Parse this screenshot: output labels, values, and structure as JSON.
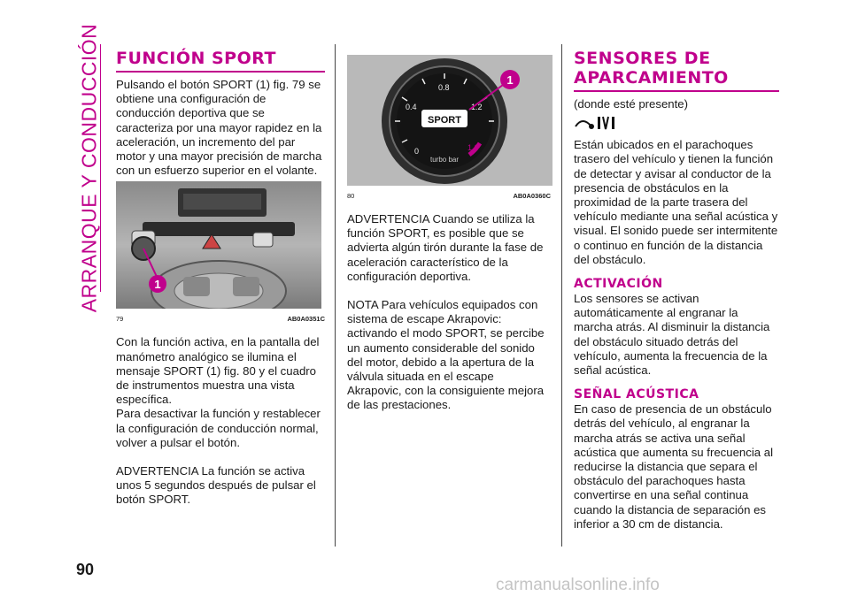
{
  "sidebar": {
    "section_title": "ARRANQUE Y CONDUCCIÓN"
  },
  "page_number": "90",
  "footer_watermark": "carmanualsonline.info",
  "colors": {
    "accent": "#c0008c",
    "text": "#1a1a1a"
  },
  "col1": {
    "heading": "FUNCIÓN SPORT",
    "para1": "Pulsando el botón SPORT (1) fig. 79 se obtiene una configuración de conducción deportiva que se caracteriza por una mayor rapidez en la aceleración, un incremento del par motor y una mayor precisión de marcha con un esfuerzo superior en el volante.",
    "figure": {
      "number": "79",
      "code": "AB0A0351C",
      "callout": "1"
    },
    "para2": "Con la función activa, en la pantalla del manómetro analógico se ilumina el mensaje SPORT (1) fig. 80 y el cuadro de instrumentos muestra una vista específica.",
    "para3": "Para desactivar la función y restablecer la configuración de conducción normal, volver a pulsar el botón.",
    "para4": "ADVERTENCIA La función se activa unos 5 segundos después de pulsar el botón SPORT."
  },
  "col2": {
    "figure": {
      "number": "80",
      "code": "AB0A0360C",
      "callout": "1",
      "gauge_label": "SPORT",
      "gauge_sublabel": "turbo bar",
      "gauge_ticks": [
        "0",
        "0.4",
        "0.8",
        "1.2",
        "1.6"
      ]
    },
    "para1": "ADVERTENCIA Cuando se utiliza la función SPORT, es posible que se advierta algún tirón durante la fase de aceleración característico de la configuración deportiva.",
    "para2": "NOTA Para vehículos equipados con sistema de escape Akrapovic: activando el modo SPORT, se percibe un aumento considerable del sonido del motor, debido a la apertura de la válvula situada en el escape Akrapovic, con la consiguiente mejora de las prestaciones."
  },
  "col3": {
    "heading_line1": "SENSORES DE",
    "heading_line2": "APARCAMIENTO",
    "availability": "(donde esté presente)",
    "para1": "Están ubicados en el parachoques trasero del vehículo y tienen la función de detectar y avisar al conductor de la presencia de obstáculos en la proximidad de la parte trasera del vehículo mediante una señal acústica y visual. El sonido puede ser intermitente o continuo en función de la distancia del obstáculo.",
    "sub1": "ACTIVACIÓN",
    "para2": "Los sensores se activan automáticamente al engranar la marcha atrás. Al disminuir la distancia del obstáculo situado detrás del vehículo, aumenta la frecuencia de la señal acústica.",
    "sub2": "SEÑAL ACÚSTICA",
    "para3": "En caso de presencia de un obstáculo detrás del vehículo, al engranar la marcha atrás se activa una señal acústica que aumenta su frecuencia al reducirse la distancia que separa el obstáculo del parachoques hasta convertirse en una señal continua cuando la distancia de separación es inferior a 30 cm de distancia."
  }
}
